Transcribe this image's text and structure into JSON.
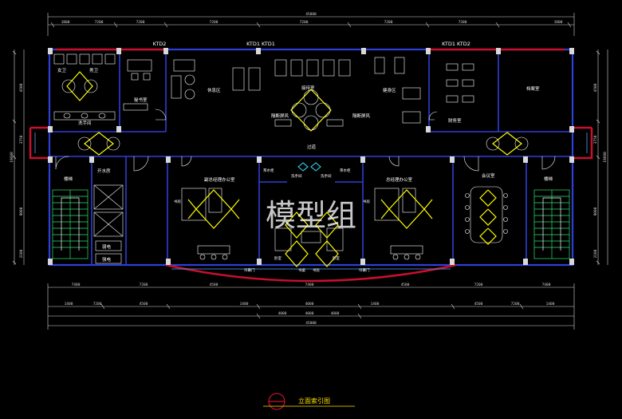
{
  "colors": {
    "background": "#000000",
    "wall": "#2d3fd6",
    "exterior_wall": "#c8102e",
    "dimension": "#d8d8d8",
    "symbol": "#ffff00",
    "furniture": "#ffffff",
    "window": "#5aa0ff"
  },
  "watermark": "模型组",
  "caption": "立面索引图",
  "tags": {
    "left": "KTD2",
    "center": "KTD1 KTD1",
    "right": "KTD1 KTD2"
  },
  "rooms": {
    "female_wc": "女卫",
    "male_wc": "男卫",
    "washroom": "洗手间",
    "secretary": "秘书室",
    "rest_area": "休息区",
    "reception": "接待室",
    "partition_a": "隔断屏风",
    "partition_b": "隔断屏风",
    "fitness": "健身区",
    "finance": "财务室",
    "archive": "档案室",
    "corridor": "过道",
    "stair_left": "楼梯",
    "stair_right": "楼梯",
    "water_room": "开水房",
    "weak_elec": "弱电",
    "strong_elec": "强电",
    "vice_gm": "副总经理办公室",
    "gm": "总经理办公室",
    "tea_left": "茶水柜",
    "tea_right": "茶水柜",
    "washroom_left": "洗手间",
    "washroom_right": "洗手间",
    "meeting": "会议室",
    "curtain_left": "帘幕门",
    "curtain_right": "帘幕门",
    "study_left": "书房",
    "study_right": "书房",
    "bedroom_left": "卧室",
    "bedroom_right": "卧室",
    "hall": "书桌",
    "dressing": "书房"
  },
  "dims": {
    "top_total": "45000",
    "top_segments": [
      "1800",
      "7200",
      "7200",
      "7200",
      "7200",
      "7200",
      "7200",
      "1800"
    ],
    "left_total": "19600",
    "left_segments": [
      "4500",
      "3750",
      "9000",
      "2100"
    ],
    "right_total": "19600",
    "right_segments": [
      "4500",
      "3750",
      "9000",
      "2100"
    ],
    "bottom_row1": [
      "7400",
      "7200",
      "4500",
      "7400",
      "4500",
      "7200",
      "7400"
    ],
    "bottom_row2": [
      "1400",
      "7200",
      "4500",
      "1400",
      "4000",
      "1400",
      "4500",
      "7200",
      "1400"
    ],
    "bottom_row3": [
      "4000",
      "4000",
      "4000"
    ],
    "bottom_total": "45000"
  }
}
